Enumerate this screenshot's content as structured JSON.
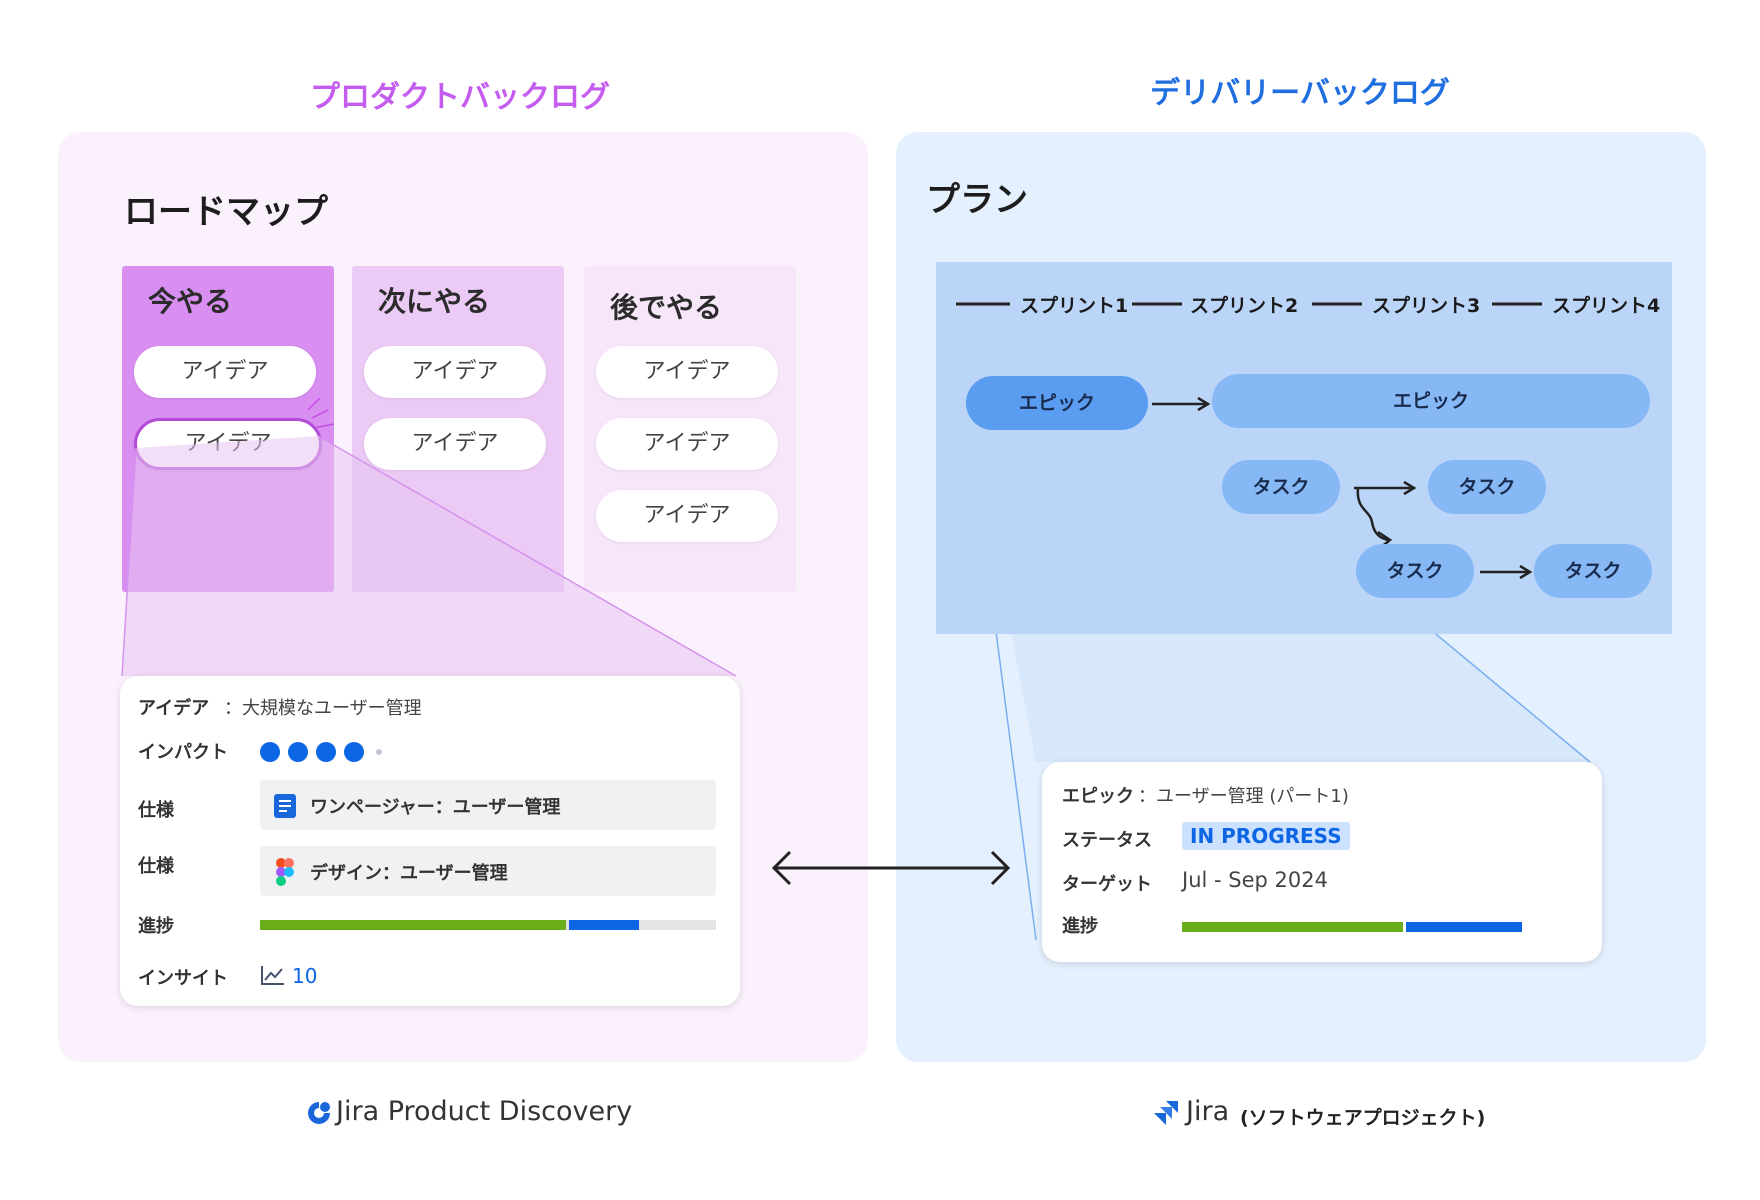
{
  "left": {
    "section_title": "プロダクトバックログ",
    "heading": "ロードマップ",
    "columns": [
      {
        "title": "今やる",
        "ideas": [
          "アイデア",
          "アイデア"
        ]
      },
      {
        "title": "次にやる",
        "ideas": [
          "アイデア",
          "アイデア"
        ]
      },
      {
        "title": "後でやる",
        "ideas": [
          "アイデア",
          "アイデア",
          "アイデア"
        ]
      }
    ],
    "card": {
      "idea_label": "アイデア",
      "idea_value": "：大規模なユーザー管理",
      "impact_label": "インパクト",
      "impact_level": 4,
      "spec_label_1": "仕様",
      "spec_value_1": "ワンページャー：ユーザー管理",
      "spec_label_2": "仕様",
      "spec_value_2": "デザイン：ユーザー管理",
      "progress_label": "進捗",
      "progress": {
        "done": 0.67,
        "in_progress": 0.16
      },
      "insight_label": "インサイト",
      "insight_value": "10"
    },
    "footer": "Jira Product Discovery"
  },
  "right": {
    "section_title": "デリバリーバックログ",
    "heading": "プラン",
    "sprints": [
      "スプリント1",
      "スプリント2",
      "スプリント3",
      "スプリント4"
    ],
    "epic_1": "エピック",
    "epic_2": "エピック",
    "tasks": [
      "タスク",
      "タスク",
      "タスク",
      "タスク"
    ],
    "card": {
      "epic_label": "エピック",
      "epic_value": "：ユーザー管理 (パート1)",
      "status_label": "ステータス",
      "status_value": "IN PROGRESS",
      "target_label": "ターゲット",
      "target_value": "Jul - Sep 2024",
      "progress_label": "進捗",
      "progress": {
        "done": 0.65,
        "in_progress": 0.35
      }
    },
    "footer_brand": "Jira",
    "footer_note": "(ソフトウェアプロジェクト)"
  },
  "colors": {
    "purple_accent": "#c45cf0",
    "blue_accent": "#1f6fe0",
    "progress_green": "#6aaf1a",
    "progress_blue": "#0c66e4",
    "status_bg": "#cce0ff"
  }
}
